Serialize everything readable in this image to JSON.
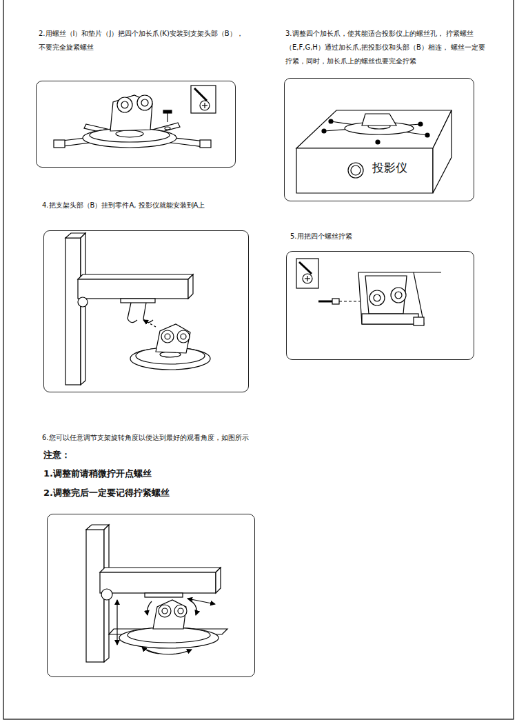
{
  "diagram": {
    "nodes": [
      {
        "text": [
          "2.用螺丝（I）和垫片（J）把四个加长爪(K)安装到支架头部（B）， 不要完全旋紧螺丝"
        ]
      },
      {
        "text": [
          "3.调整四个加长爪，使其能适合投影仪上的螺丝孔， 拧紧螺丝（E,F,G,H）通过加长爪,把投影仪和头部（B）相连， 螺丝一定要拧紧，同时，加长爪上的螺丝也要完全拧紧"
        ]
      },
      {
        "text": [
          "4.把支架头部（B）挂到零件A, 投影仪就能安装到A上"
        ]
      },
      {
        "text": [
          "5.用把四个螺丝拧紧"
        ]
      },
      {
        "text": [
          "6.您可以任意调节支架旋转角度以便达到最好的观看角度，如图所示"
        ]
      }
    ],
    "labels": [
      "投影仪",
      "注意：",
      "1.调整前请稍微拧开点螺丝",
      "2.调整完后一定要记得拧紧螺丝"
    ]
  }
}
